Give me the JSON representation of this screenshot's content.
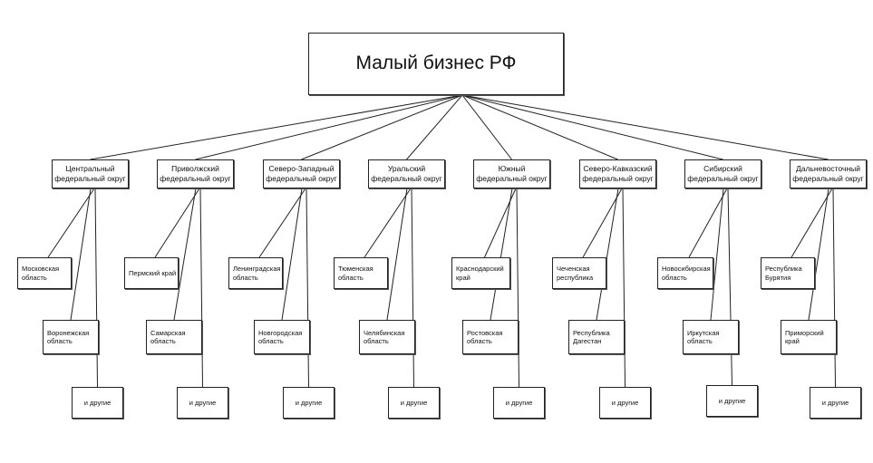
{
  "root": {
    "title": "Малый бизнес РФ"
  },
  "districts": [
    {
      "name": "Центральный федеральный округ",
      "regions": [
        "Московская область",
        "Воронежская область"
      ],
      "other": "и другие"
    },
    {
      "name": "Приволжский федеральный округ",
      "regions": [
        "Пермский край",
        "Самарская область"
      ],
      "other": "и другие"
    },
    {
      "name": "Северо-Западный федеральный округ",
      "regions": [
        "Ленинградская область",
        "Новгородская область"
      ],
      "other": "и другие"
    },
    {
      "name": "Уральский федеральный округ",
      "regions": [
        "Тюменская область",
        "Челябинская область"
      ],
      "other": "и другие"
    },
    {
      "name": "Южный федеральный округ",
      "regions": [
        "Краснодарский край",
        "Ростовская область"
      ],
      "other": "и другие"
    },
    {
      "name": "Северо-Кавказский федеральный округ",
      "regions": [
        "Чеченская республика",
        "Республика Дагестан"
      ],
      "other": "и другие"
    },
    {
      "name": "Сибирский федеральный округ",
      "regions": [
        "Новосибирская область",
        "Иркутская область"
      ],
      "other": "и другие"
    },
    {
      "name": "Дальневосточный федеральный округ",
      "regions": [
        "Республика Бурятия",
        "Приморский край"
      ],
      "other": "и другие"
    }
  ]
}
